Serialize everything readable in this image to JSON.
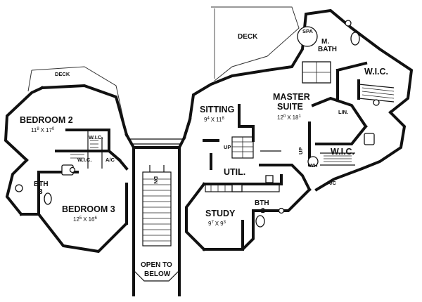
{
  "rooms": {
    "deck_right": "DECK",
    "deck_left": "DECK",
    "bedroom2": {
      "name": "BEDROOM 2",
      "w": "11",
      "wsup": "8",
      "x": "X",
      "l": "17",
      "lsup": "0"
    },
    "bedroom3": {
      "name": "BEDROOM 3",
      "w": "12",
      "wsup": "5",
      "x": "X",
      "l": "16",
      "lsup": "6"
    },
    "sitting": {
      "name": "SITTING",
      "w": "9",
      "wsup": "4",
      "x": "X",
      "l": "11",
      "lsup": "8"
    },
    "master": {
      "name1": "MASTER",
      "name2": "SUITE",
      "w": "12",
      "wsup": "0",
      "x": "X",
      "l": "18",
      "lsup": "1"
    },
    "study": {
      "name": "STUDY",
      "w": "9",
      "wsup": "7",
      "x": "X",
      "l": "9",
      "lsup": "3"
    },
    "mbath1": "M.",
    "mbath2": "BATH",
    "spa": "SPA",
    "wic": "W.I.C.",
    "wic_small": "W.I.C.",
    "ac": "A/C",
    "lin": "LIN.",
    "wh": "WH",
    "util": "UTIL.",
    "up": "UP",
    "dn": "DN",
    "bth3_a": "BTH",
    "bth3_b": "3",
    "bth2_a": "BTH",
    "bth2_b": "2",
    "open1": "OPEN TO",
    "open2": "BELOW"
  }
}
